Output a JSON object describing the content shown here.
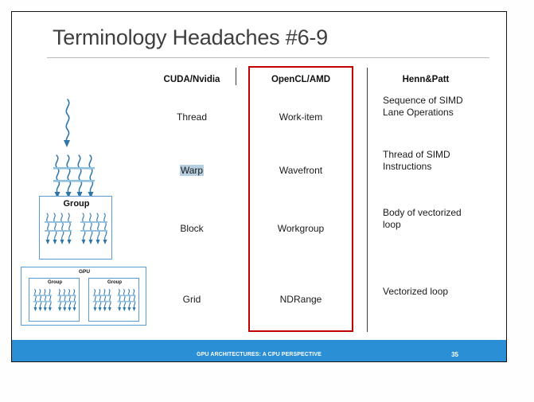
{
  "slide": {
    "title": "Terminology Headaches #6-9",
    "table": {
      "headers": [
        "CUDA/Nvidia",
        "OpenCL/AMD",
        "Henn&Patt"
      ],
      "rows": [
        {
          "cuda": "Thread",
          "opencl": "Work-item",
          "hennpatt": "Sequence of SIMD Lane Operations",
          "highlight": false
        },
        {
          "cuda": "Warp",
          "opencl": "Wavefront",
          "hennpatt": "Thread of SIMD Instructions",
          "highlight": true
        },
        {
          "cuda": "Block",
          "opencl": "Workgroup",
          "hennpatt": "Body of vectorized loop",
          "highlight": false
        },
        {
          "cuda": "Grid",
          "opencl": "NDRange",
          "hennpatt": "Vectorized loop",
          "highlight": false
        }
      ]
    },
    "diagrams": {
      "group_label": "Group",
      "gpu_label": "GPU",
      "inner_group_label_1": "Group",
      "inner_group_label_2": "Group"
    },
    "footer": {
      "text": "GPU ARCHITECTURES: A CPU PERSPECTIVE",
      "page_number": "35"
    },
    "colors": {
      "emphasis_box": "#c00000",
      "highlight": "#b6cfe0",
      "footer_bar": "#2a8fd4",
      "footer_accent": "#36b0e4",
      "arrow_blue": "#2e75a8",
      "box_blue": "#5b9bd5"
    }
  }
}
